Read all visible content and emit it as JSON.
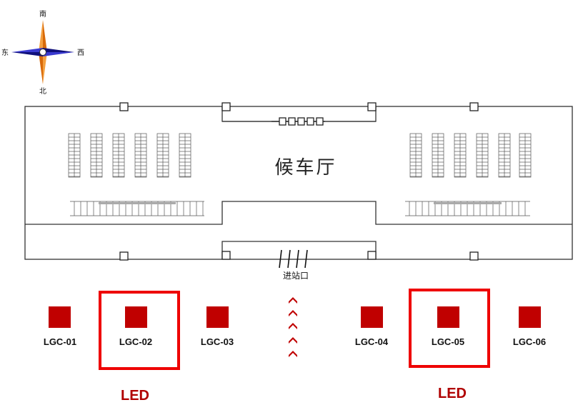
{
  "compass": {
    "south": "南",
    "east": "东",
    "west": "西",
    "north": "北"
  },
  "hall": {
    "title": "候车厅",
    "entrance": "进站口"
  },
  "screens": [
    {
      "id": "LGC-01"
    },
    {
      "id": "LGC-02"
    },
    {
      "id": "LGC-03"
    },
    {
      "id": "LGC-04"
    },
    {
      "id": "LGC-05"
    },
    {
      "id": "LGC-06"
    }
  ],
  "led_labels": [
    "LED",
    "LED"
  ],
  "colors": {
    "screen": "#c00000",
    "highlight_border": "#ee0000",
    "led_text": "#b00000",
    "compass_orange": "#f08a1c",
    "compass_blue": "#1a1a9a"
  }
}
